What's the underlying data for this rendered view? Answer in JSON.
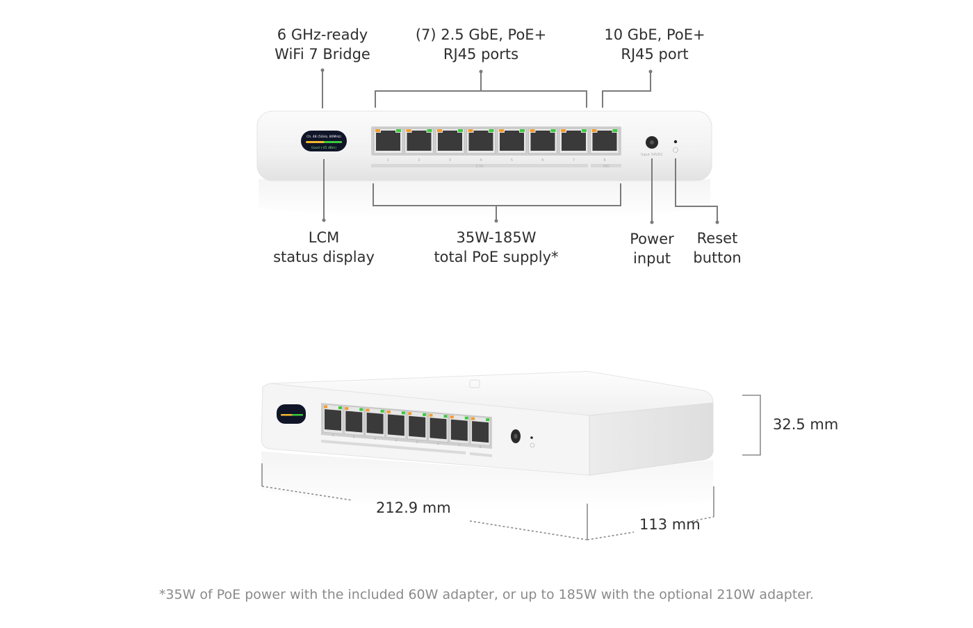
{
  "callouts": {
    "bridge": [
      "6 GHz-ready",
      "WiFi 7 Bridge"
    ],
    "ports_25": [
      "(7) 2.5 GbE, PoE+",
      "RJ45 ports"
    ],
    "port_10": [
      "10 GbE, PoE+",
      "RJ45 port"
    ],
    "lcm": [
      "LCM",
      "status display"
    ],
    "poe": [
      "35W-185W",
      "total PoE supply*"
    ],
    "power": [
      "Power",
      "input"
    ],
    "reset": [
      "Reset",
      "button"
    ]
  },
  "device": {
    "lcm_line1": "Ch. 48 (5GHz, 80MHz)",
    "lcm_line2": "Good (-45 dBm)",
    "port_numbers": [
      "1",
      "2",
      "3",
      "4",
      "5",
      "6",
      "7",
      "8"
    ],
    "group_25_label": "2.5G",
    "group_10_label": "10G",
    "power_label": "Input 54VDC"
  },
  "dimensions": {
    "height": "32.5 mm",
    "width": "212.9 mm",
    "depth": "113 mm"
  },
  "colors": {
    "led_orange": "#f59a2c",
    "led_green": "#3cc93c",
    "leader": "#7a7a7a"
  },
  "footnote": "*35W of PoE power with the included 60W adapter, or up to 185W with the optional 210W adapter."
}
